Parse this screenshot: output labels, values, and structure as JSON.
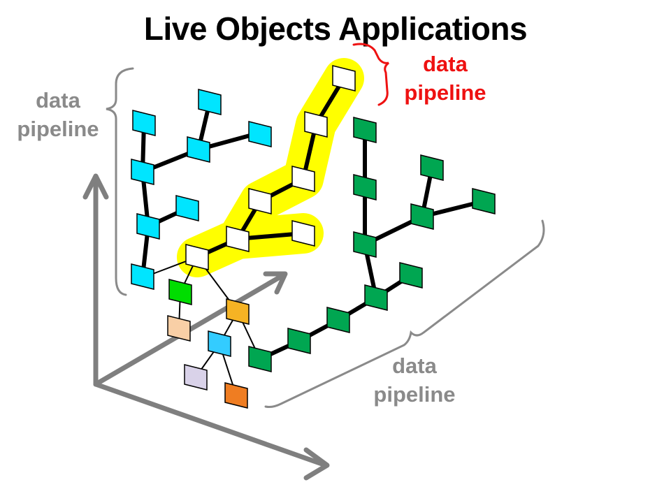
{
  "title": "Live Objects Applications",
  "labels": {
    "left": {
      "line1": "data",
      "line2": "pipeline"
    },
    "highlighted": {
      "line1": "data",
      "line2": "pipeline"
    },
    "bottom": {
      "line1": "data",
      "line2": "pipeline"
    }
  },
  "colors": {
    "highlight": "#ffff00",
    "highlight_label": "#ee1111",
    "gray_label": "#8a8a8a",
    "axis": "#7f7f7f",
    "cyan_node": "#00e5ff",
    "green_node": "#00a651",
    "white_node": "#ffffff",
    "light_green_node": "#00dd00",
    "orange_node": "#f5b324",
    "blue_node": "#33ccff",
    "peach_node": "#f9cfa6",
    "lavender_node": "#d9d2e9",
    "dark_orange_node": "#ef7d22"
  }
}
